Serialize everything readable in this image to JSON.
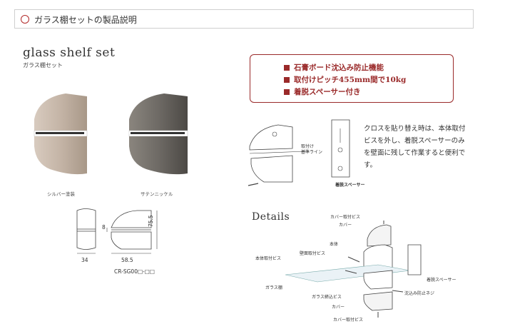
{
  "header": {
    "title": "ガラス棚セットの製品説明"
  },
  "product": {
    "title": "glass shelf set",
    "subtitle": "ガラス棚セット"
  },
  "finishes": [
    {
      "label": "シルバー塗装",
      "color": "#c2b3a6"
    },
    {
      "label": "サテンニッケル",
      "color": "#6e6a65"
    }
  ],
  "dimensions": {
    "height": "75.5",
    "width": "58.5",
    "side_width": "34",
    "gap": "8",
    "model": "CR-SG00□-□□"
  },
  "features": [
    "石膏ボード沈込み防止機能",
    "取付けピッチ455mm間で10kg",
    "着脱スペーサー付き"
  ],
  "install": {
    "baseline_label_1": "取付け",
    "baseline_label_2": "基準ライン",
    "spacer_label": "着脱スペーサー",
    "note": "クロスを貼り替え時は、本体取付ビスを外し、着脱スペーサーのみを壁面に残して作業すると便利です。"
  },
  "details": {
    "title": "Details",
    "labels": {
      "cover_screw_top": "カバー取付ビス",
      "cover_top": "カバー",
      "body": "本体",
      "wall_screw": "壁面取付ビス",
      "body_screw": "本体取付ビス",
      "spacer": "着脱スペーサー",
      "glass": "ガラス棚",
      "glass_screw": "ガラス締込ビス",
      "anti_sink_screw": "沈込み防止ネジ",
      "cover_bottom": "カバー",
      "cover_screw_bottom": "カバー取付ビス"
    }
  },
  "colors": {
    "accent": "#9a2a2a"
  }
}
